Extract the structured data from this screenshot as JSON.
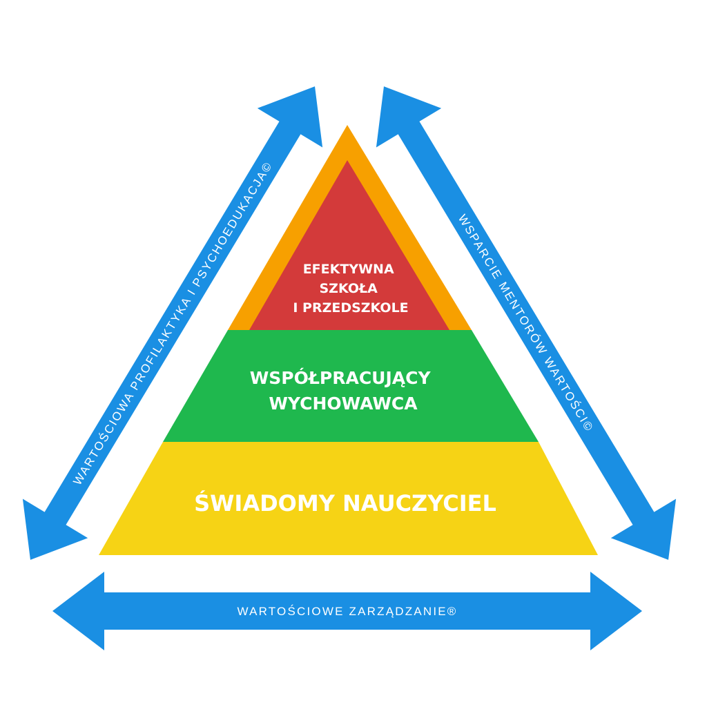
{
  "colors": {
    "arrow": "#1a8fe3",
    "arrow_text": "#ffffff",
    "pyramid_outline": "#f7a000",
    "tier_top": "#d33a3a",
    "tier_middle": "#1fb84e",
    "tier_bottom": "#f6d315",
    "tier_text": "#ffffff",
    "background": "#ffffff"
  },
  "arrows": {
    "left": {
      "label": "WARTOŚCIOWA PROFILAKTYKA I PSYCHOEDUKACJA©",
      "icon": "double-arrow-icon"
    },
    "right": {
      "label": "WSPARCIE MENTORÓW WARTOŚCI©",
      "icon": "double-arrow-icon"
    },
    "bottom": {
      "label": "WARTOŚCIOWE ZARZĄDZANIE®",
      "icon": "double-arrow-icon"
    }
  },
  "pyramid": {
    "top": {
      "lines": [
        "EFEKTYWNA",
        "SZKOŁA",
        "I PRZEDSZKOLE"
      ]
    },
    "middle": {
      "lines": [
        "WSPÓŁPRACUJĄCY",
        "WYCHOWAWCA"
      ]
    },
    "bottom": {
      "lines": [
        "ŚWIADOMY NAUCZYCIEL"
      ]
    }
  }
}
